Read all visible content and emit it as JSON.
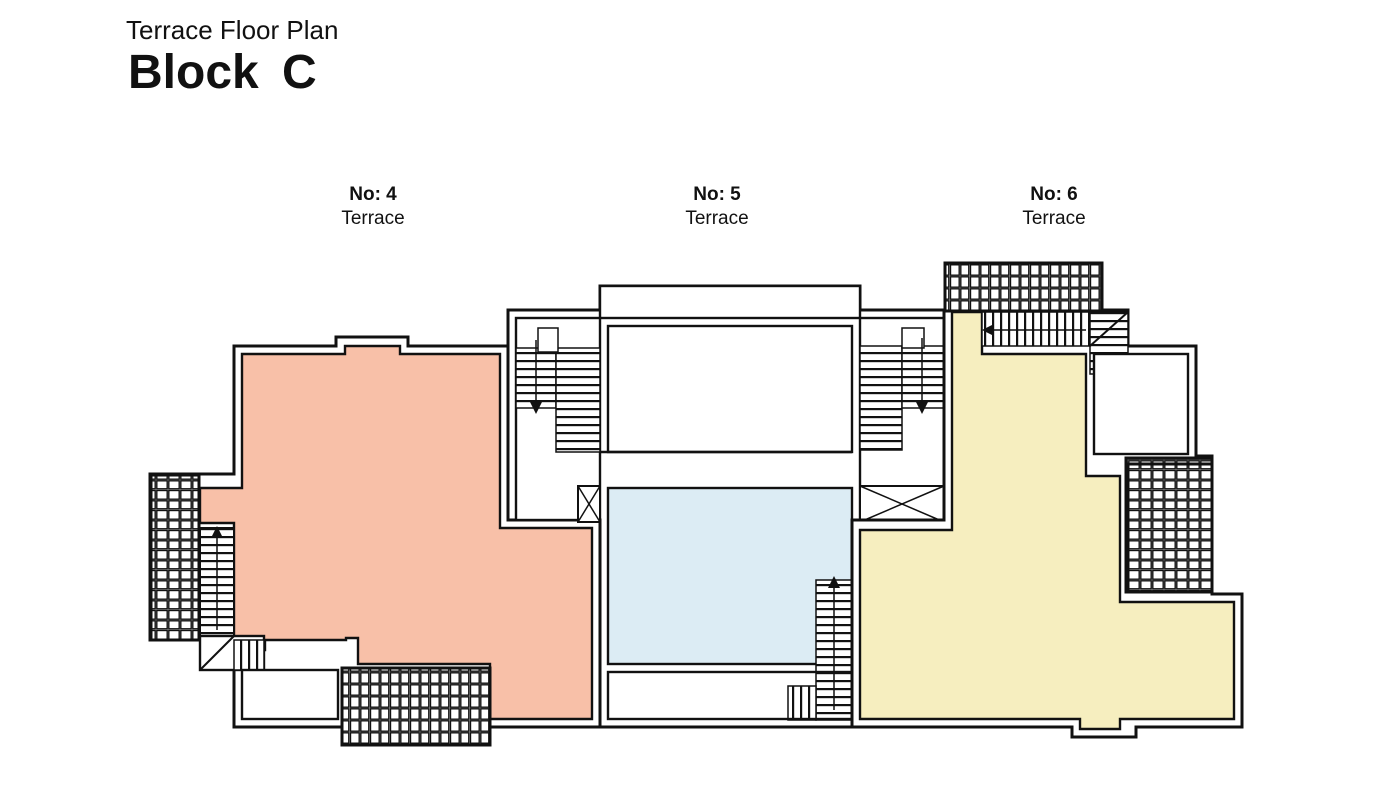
{
  "header": {
    "subtitle": "Terrace Floor Plan",
    "title": "Block  C"
  },
  "units": [
    {
      "number": "No: 4",
      "type": "Terrace",
      "fill_color": "#f8c0a8"
    },
    {
      "number": "No: 5",
      "type": "Terrace",
      "fill_color": "#dcecf4"
    },
    {
      "number": "No: 6",
      "type": "Terrace",
      "fill_color": "#f6eebf"
    }
  ],
  "colors": {
    "wall": "#111111",
    "background": "#ffffff"
  }
}
